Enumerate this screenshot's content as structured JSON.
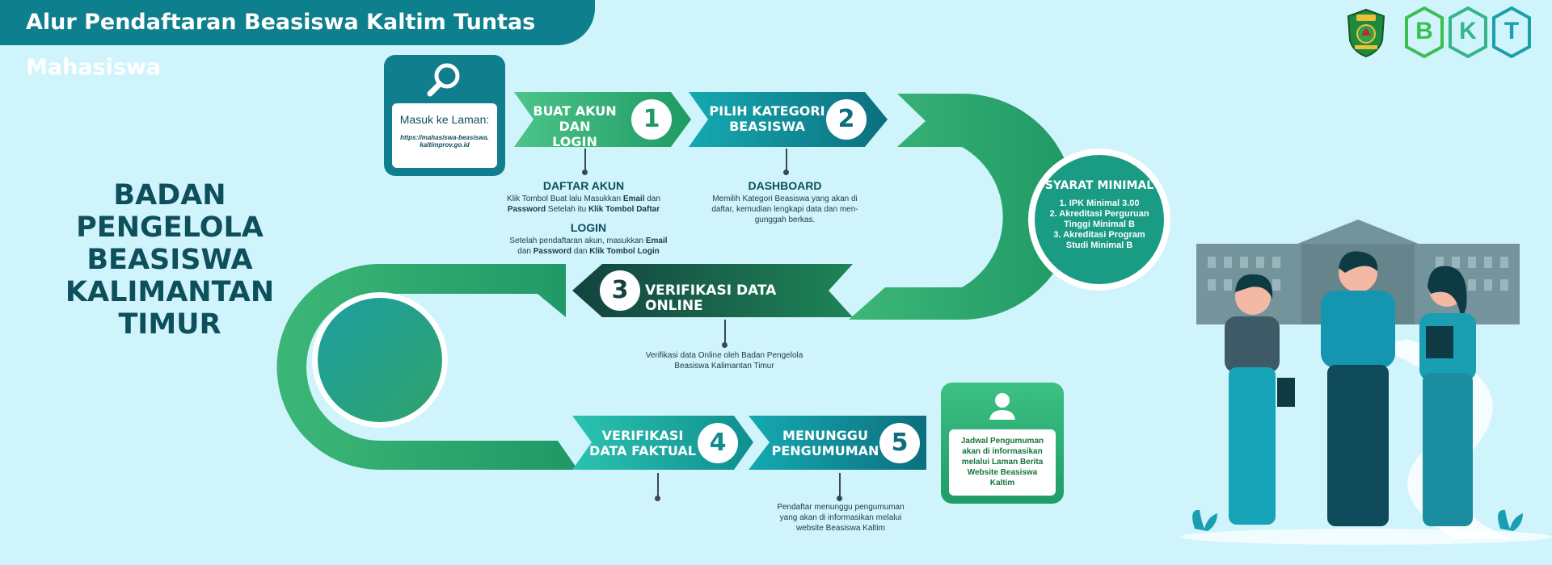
{
  "header": {
    "title": "Alur Pendaftaran Beasiswa Kaltim Tuntas Mahasiswa"
  },
  "organization": {
    "line1": "BADAN PENGELOLA",
    "line2": "BEASISWA",
    "line3": "KALIMANTAN TIMUR"
  },
  "logos": {
    "bkt_letters": [
      "B",
      "K",
      "T"
    ],
    "emblem_icon": "kaltim-emblem-icon"
  },
  "portal_card": {
    "label": "Masuk ke Laman:",
    "url_line1": "https://mahasiswa-beasiswa.",
    "url_line2": "kaltimprov.go.id",
    "icon": "search-icon"
  },
  "steps": [
    {
      "number": "1",
      "line1": "BUAT AKUN DAN",
      "line2": "LOGIN"
    },
    {
      "number": "2",
      "line1": "PILIH KATEGORI",
      "line2": "BEASISWA"
    },
    {
      "number": "3",
      "line1": "VERIFIKASI DATA ONLINE"
    },
    {
      "number": "4",
      "line1": "VERIFIKASI",
      "line2": "DATA FAKTUAL"
    },
    {
      "number": "5",
      "line1": "MENUNGGU",
      "line2": "PENGUMUMAN"
    }
  ],
  "details": {
    "daftar_akun": {
      "heading": "DAFTAR AKUN",
      "t1": "Klik Tombol Buat lalu Masukkan ",
      "b1": "Email",
      "t2": " dan",
      "b2": "Password",
      "t3": " Setelah itu ",
      "b3": "Klik Tombol Daftar"
    },
    "login": {
      "heading": "LOGIN",
      "t1": "Setelah pendaftaran akun, masukkan ",
      "b1": "Email",
      "t2": "dan ",
      "b2": "Password",
      "t3": " dan ",
      "b3": "Klik Tombol Login"
    },
    "dashboard": {
      "heading": "DASHBOARD",
      "line1": "Memilih Kategori Beasiswa yang akan di",
      "line2": "daftar, kemudian lengkapi data dan men-",
      "line3": "gunggah berkas."
    },
    "verifikasi_online": {
      "line1": "Verifikasi data Online oleh Badan Pengelola",
      "line2": "Beasiswa Kalimantan Timur"
    },
    "menunggu": {
      "line1": "Pendaftar menunggu pengumuman",
      "line2": "yang akan di informasikan melalui",
      "line3": "website Beasiswa Kaltim"
    }
  },
  "syarat": {
    "title": "SYARAT MINIMAL",
    "items": [
      "1. IPK Minimal 3.00",
      "2. Akreditasi Perguruan",
      "Tinggi Minimal B",
      "3. Akreditasi Program",
      "Studi Minimal B"
    ]
  },
  "announcement_card": {
    "line1": "Jadwal Pengumuman",
    "line2": "akan di informasikan",
    "line3": "melalui Laman Berita",
    "line4": "Website Beasiswa",
    "line5": "Kaltim",
    "icon": "user-icon"
  },
  "colors": {
    "teal_dark": "#0e7f8d",
    "green": "#2ea36c",
    "text_dark": "#0e4f5c",
    "background": "#cff4fb"
  }
}
